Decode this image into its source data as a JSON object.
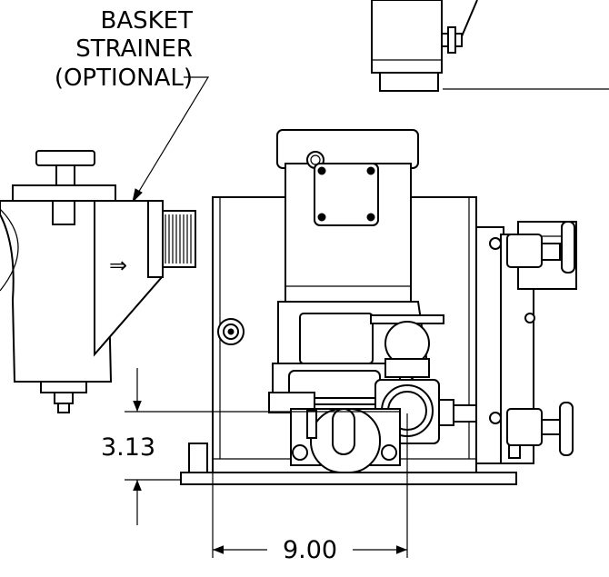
{
  "callout": {
    "line1": "BASKET",
    "line2": "STRAINER",
    "line3": "(OPTIONAL)"
  },
  "dimensions": {
    "height": "3.13",
    "width": "9.00"
  }
}
